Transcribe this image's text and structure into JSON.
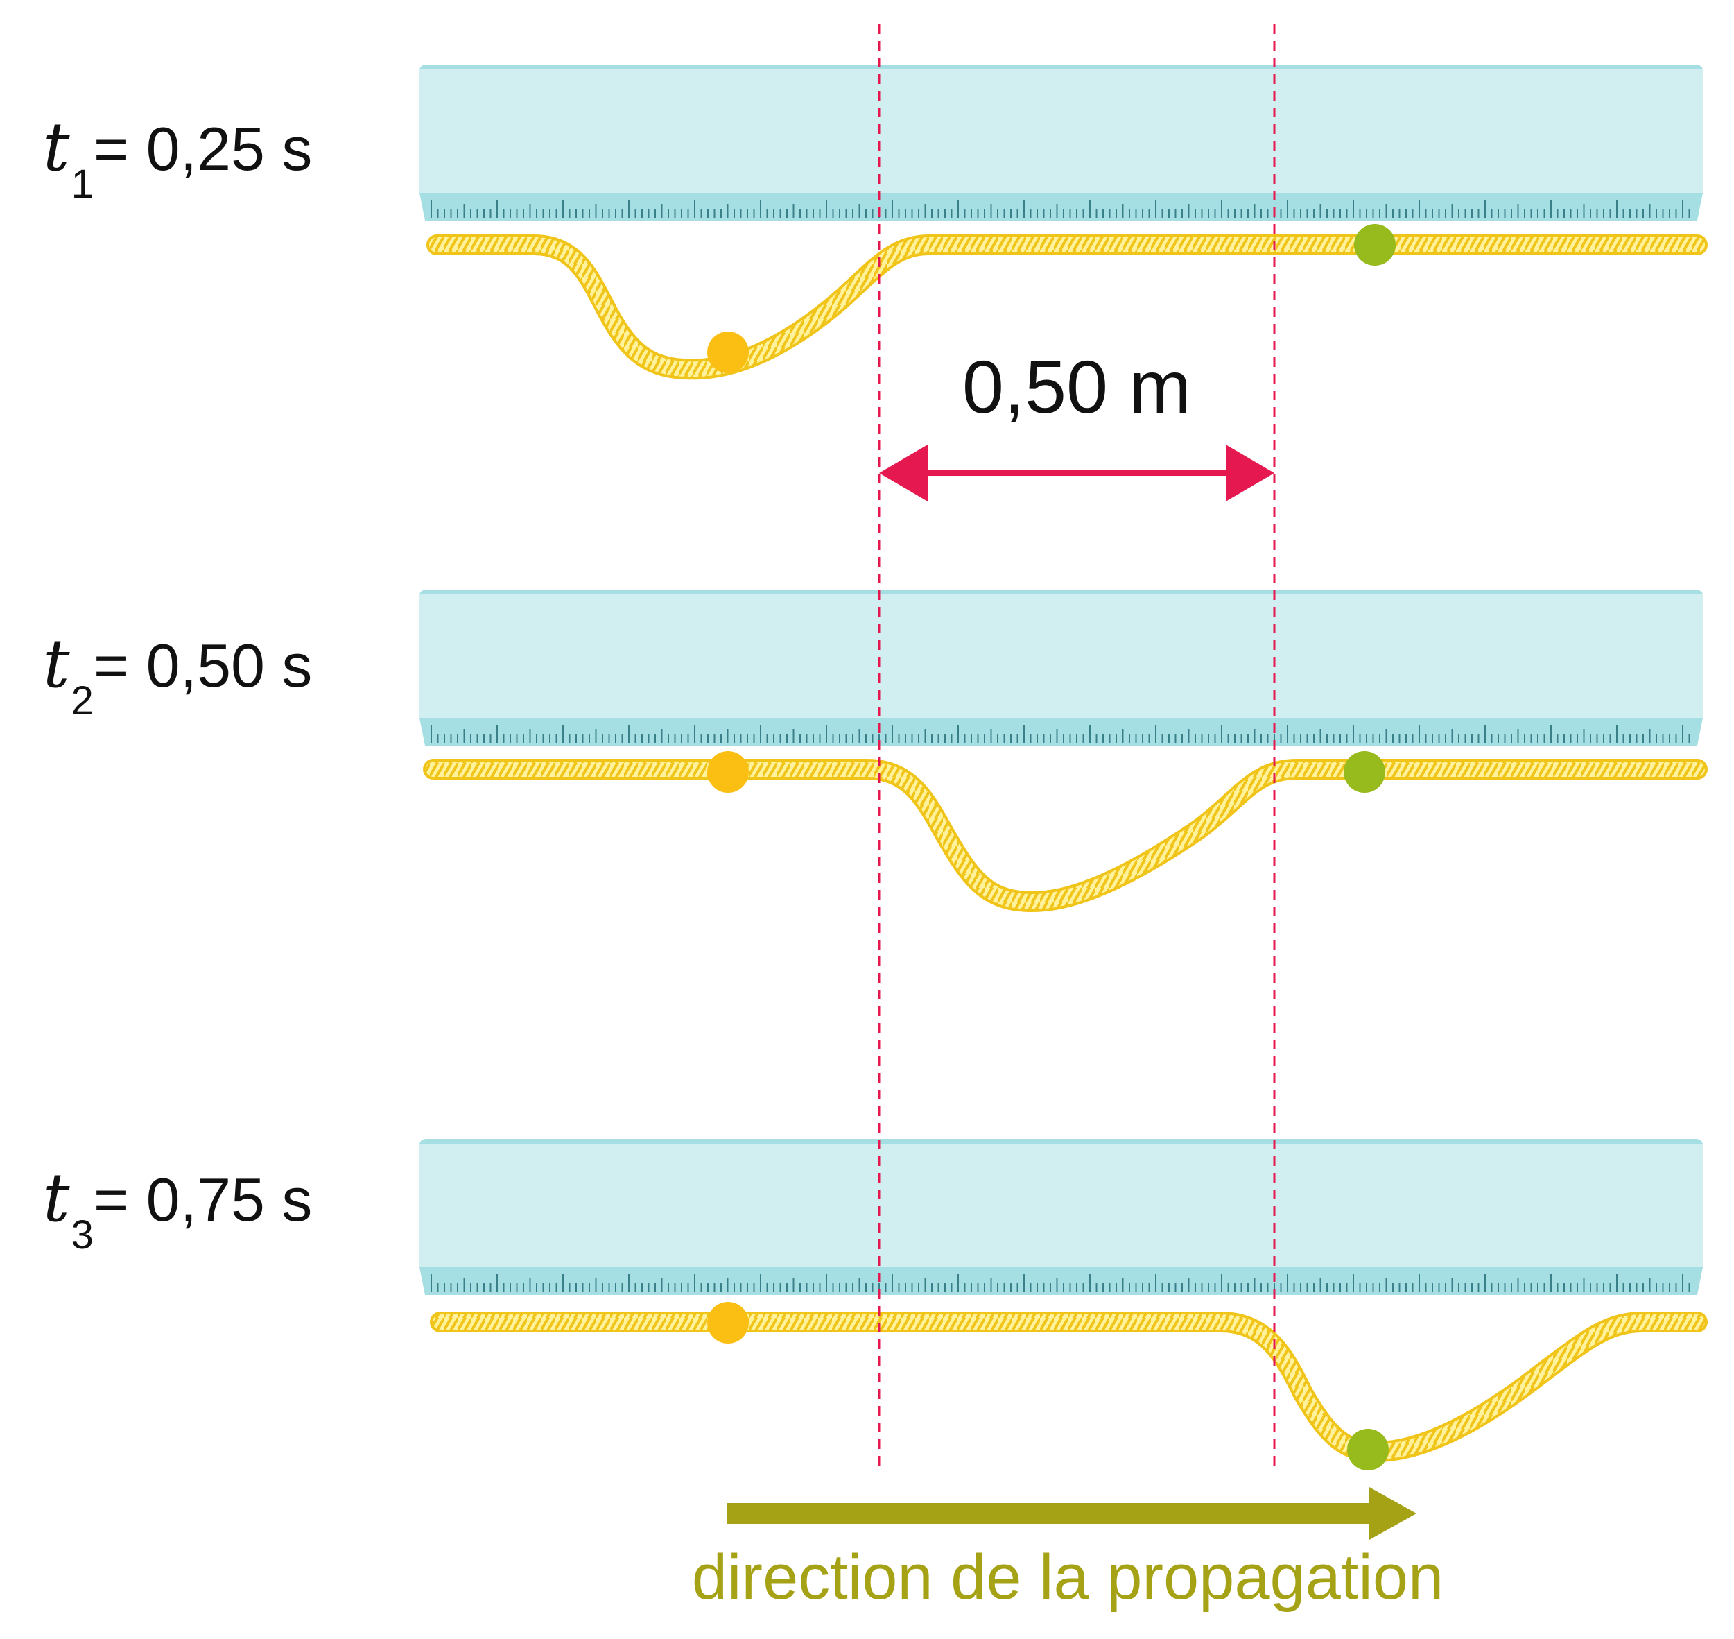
{
  "colors": {
    "ruler_body": "#d1eef0",
    "ruler_top": "#a6dfe3",
    "ruler_scale": "#a6dfe3",
    "ruler_ticks": "#3a8088",
    "rope_fill": "#fff29a",
    "rope_stroke": "#f0c419",
    "marker_orange": "#fbbf14",
    "marker_green": "#97ba1d",
    "dashed_line": "#e5194f",
    "measure_arrow": "#e5194f",
    "direction_arrow": "#a6a215",
    "direction_text": "#a6a215",
    "text": "#111111"
  },
  "snapshots": [
    {
      "variable": "t",
      "subscript": "1",
      "equals_text": "= 0,25 s"
    },
    {
      "variable": "t",
      "subscript": "2",
      "equals_text": "= 0,50 s"
    },
    {
      "variable": "t",
      "subscript": "3",
      "equals_text": "= 0,75 s"
    }
  ],
  "measurement": {
    "label": "0,50 m"
  },
  "propagation": {
    "label": "direction de la propagation"
  }
}
